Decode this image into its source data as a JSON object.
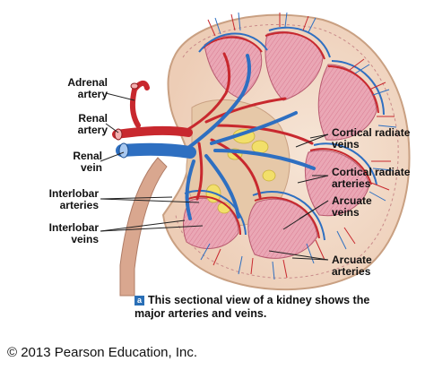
{
  "labels": {
    "adrenal_artery": [
      "Adrenal",
      "artery"
    ],
    "renal_artery": [
      "Renal",
      "artery"
    ],
    "renal_vein": [
      "Renal",
      "vein"
    ],
    "interlobar_arteries": [
      "Interlobar",
      "arteries"
    ],
    "interlobar_veins": [
      "Interlobar",
      "veins"
    ],
    "cortical_radiate_veins": [
      "Cortical radiate",
      "veins"
    ],
    "cortical_radiate_arteries": [
      "Cortical radiate",
      "arteries"
    ],
    "arcuate_veins": [
      "Arcuate",
      "veins"
    ],
    "arcuate_arteries": [
      "Arcuate",
      "arteries"
    ]
  },
  "caption": {
    "badge": "a",
    "line1": "This sectional view of a kidney shows the",
    "line2": "major arteries and veins."
  },
  "copyright": "© 2013 Pearson Education, Inc.",
  "colors": {
    "artery": "#c8282e",
    "vein": "#2e6fc1",
    "cortex": "#f3dccb",
    "pyramid": "#e9a9b7",
    "fat": "#f2df6a"
  }
}
